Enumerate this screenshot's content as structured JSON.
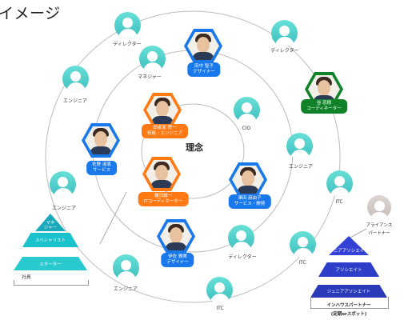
{
  "title": "イメージ",
  "center_label": "理念",
  "nodes": {
    "director_top": "ディレクター",
    "director_right": "ディレクター",
    "director_bottom": "ディレクター",
    "manager": "マネジャー",
    "engineer_left": "エンジニア",
    "engineer_right": "エンジニア",
    "engineer_lowleft": "エンジニア",
    "engineer_bottom": "エンジニア",
    "cio": "CIO",
    "itc_right": "ITC",
    "itc_lower": "ITC",
    "itc_bottom": "ITC"
  },
  "people": {
    "p_top": {
      "name": "田中 智子",
      "role": "デザイナー"
    },
    "p_green": {
      "name": "谷 忠樹",
      "role": "コーディネーター"
    },
    "p_o1": {
      "name": "田者家 賀一",
      "role": "役員・エンジニア"
    },
    "p_left": {
      "name": "佐野 淑恵",
      "role": "サービス"
    },
    "p_o2": {
      "name": "鎌田誠一",
      "role": "ITコーディネーター"
    },
    "p_right": {
      "name": "澤田 麻由子",
      "role": "サービス・開発"
    },
    "p_bottom": {
      "name": "伊佐 雅美",
      "role": "デザイナー"
    }
  },
  "left_pyramid": {
    "tiers": [
      "マネ\nジャー",
      "スペシャリスト",
      "スターター"
    ],
    "caption": "社員",
    "colors": [
      "#1aa9ba",
      "#1ac2cc",
      "#29c9cf"
    ]
  },
  "right_pyramid": {
    "tiers": [
      "シニアアソシエイト",
      "アソシエイト",
      "ジュニアアソシエイト"
    ],
    "base": "インハウスパートナー",
    "caption": "(定期orスポット)",
    "colors": [
      "#3341d6",
      "#2d3ec9",
      "#2a3ab9"
    ]
  },
  "alliance": {
    "line1": "アライアンス",
    "line2": "パートナー"
  }
}
